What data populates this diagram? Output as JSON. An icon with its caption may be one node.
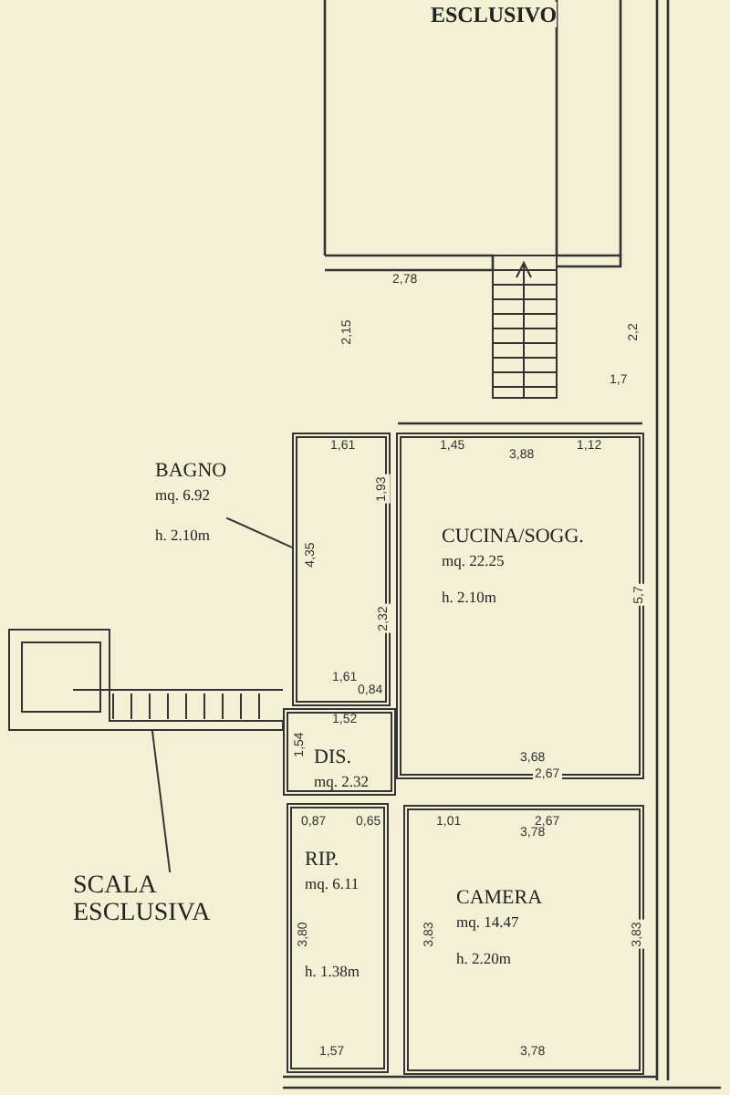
{
  "diagram": {
    "nodes": [
      {
        "text": [
          "BAGNO",
          "mq. 6.92",
          "h. 2.10m"
        ]
      },
      {
        "text": [],
        "shape": "box"
      },
      {
        "text": [
          "CUCINA/SOGG.",
          "mq. 22.25",
          "h. 2.10m"
        ]
      },
      {
        "text": [
          "DIS.",
          "mq. 2.32"
        ]
      },
      {
        "text": [
          "RIP.",
          "mq. 6.11",
          "h. 1.38m"
        ]
      },
      {
        "text": [
          "CAMERA",
          "mq. 14.47",
          "h. 2.20m"
        ]
      },
      {
        "text": [
          "SCALA ESCLUSIVA"
        ]
      },
      {
        "text": [],
        "shape": "picture"
      }
    ],
    "edges": [
      {
        "from": 0,
        "to": 1,
        "arrow": "none"
      },
      {
        "from": 6,
        "to": 7,
        "arrow": "none"
      }
    ],
    "labels": [
      "ESCLUSIVO",
      "2,78",
      "2,15",
      "2,2",
      "1,7",
      "1,61",
      "1,45",
      "3,88",
      "1,12",
      "1,93",
      "4,35",
      "5,7",
      "2,32",
      "1,61",
      "0,84",
      "1,52",
      "1,54",
      "3,68",
      "2,67",
      "0,87",
      "0,65",
      "1,01",
      "2,67",
      "3,78",
      "3,80",
      "3,83",
      "3,83",
      "1,57",
      "3,78"
    ]
  }
}
